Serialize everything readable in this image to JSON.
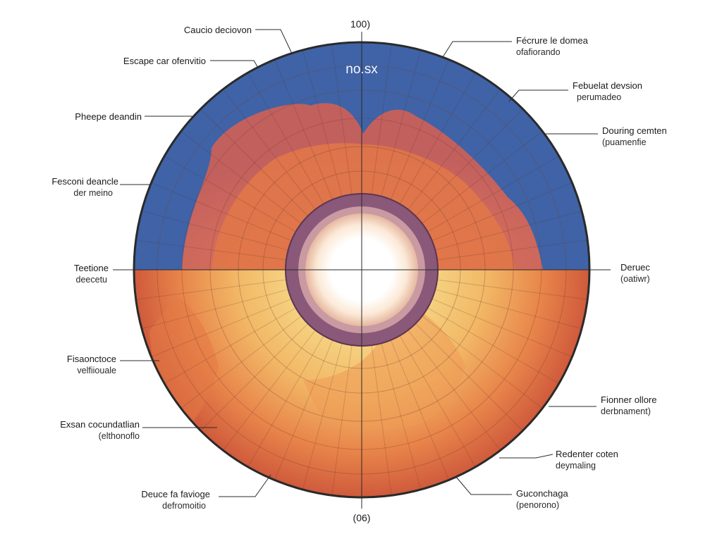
{
  "diagram": {
    "top_value": "100)",
    "bottom_value": "(06)",
    "center_label": "no.sx",
    "colors": {
      "outer_blue": "#3f63a6",
      "band_red": "#d4624a",
      "band_orange": "#e98a45",
      "band_yellow": "#f6dc86",
      "inner_ring": "#7b4a6e",
      "core": "#ffffff"
    },
    "labels": [
      {
        "line1": "Caucio deciovon",
        "line2": ""
      },
      {
        "line1": "Escape car ofenvitio",
        "line2": ""
      },
      {
        "line1": "Pheepe deandin",
        "line2": ""
      },
      {
        "line1": "Fesconi deancle",
        "line2": "der meino"
      },
      {
        "line1": "Teetione",
        "line2": "deecetu"
      },
      {
        "line1": "Fisaonctoce",
        "line2": "velfiiouale"
      },
      {
        "line1": "Exsan cocundatlian",
        "line2": "(elthonoflo"
      },
      {
        "line1": "Deuce fa favioge",
        "line2": "defromoitio"
      },
      {
        "line1": "Fécrure le domea",
        "line2": "ofafiorando"
      },
      {
        "line1": "Febuelat devsion",
        "line2": "perumadeo"
      },
      {
        "line1": "Douring cemten",
        "line2": "(puamenfie"
      },
      {
        "line1": "Deruec",
        "line2": "(oatiwr)"
      },
      {
        "line1": "Fionner ollore",
        "line2": "derbnament)"
      },
      {
        "line1": "Redenter coten",
        "line2": "deymaling"
      },
      {
        "line1": "Guconchaga",
        "line2": "(penorono)"
      }
    ]
  }
}
